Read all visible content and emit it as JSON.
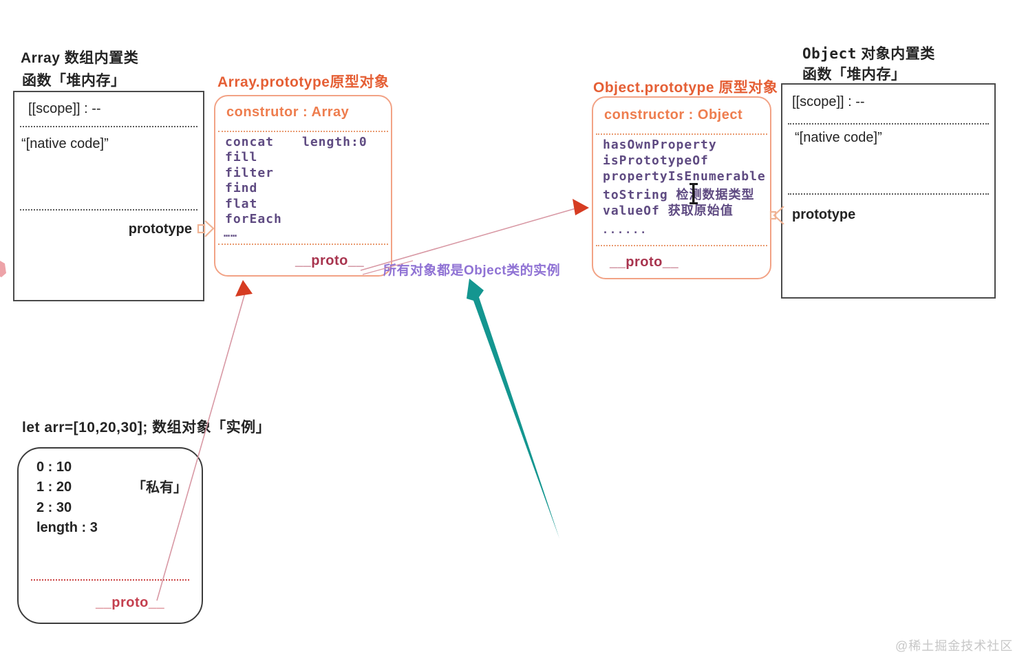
{
  "colors": {
    "accent_orange": "#e55f35",
    "constructor_orange": "#ee7d4e",
    "box_peach_border": "#f2a285",
    "method_purple": "#5f4b82",
    "proto_crimson": "#a8344e",
    "proto_red": "#c43f4e",
    "link_pink": "#d898a4",
    "arrowhead_red": "#d63c22",
    "teal_arrow": "#149690",
    "annotation_purple": "#8f72d4",
    "connector_peach": "#f0b394",
    "cursor_black": "#1b1b1b",
    "fragment_pink": "#eda3a8",
    "watermark_gray": "#c7c7c7"
  },
  "array_class": {
    "title_line1": "Array 数组内置类",
    "title_line2": "函数「堆内存」",
    "scope": "[[scope]] : --",
    "native_code": "“[native code]”",
    "prototype_label": "prototype"
  },
  "array_prototype": {
    "title": "Array.prototype原型对象",
    "constructor": "construtor : Array",
    "length_label": "length:0",
    "methods": [
      "concat",
      "fill",
      "filter",
      "find",
      "flat",
      "forEach"
    ],
    "ellipsis": "……",
    "proto_label": "__proto__"
  },
  "object_prototype": {
    "title": "Object.prototype 原型对象",
    "constructor": "constructor : Object",
    "methods": [
      "hasOwnProperty",
      "isPrototypeOf",
      "propertyIsEnumerable",
      "toString 检测数据类型",
      "valueOf 获取原始值"
    ],
    "ellipsis": "......",
    "proto_label": "__proto__"
  },
  "object_class": {
    "title_word": "Object",
    "title_rest": " 对象内置类",
    "title_line2": "函数「堆内存」",
    "scope": "[[scope]] : --",
    "native_code": "“[native code]”",
    "prototype_label": "prototype"
  },
  "arr_instance": {
    "label": "let arr=[10,20,30];  数组对象「实例」",
    "entries": [
      "0 : 10",
      "1 :  20",
      "2 :  30",
      "length :  3"
    ],
    "private_label": "「私有」",
    "proto_label": "__proto__"
  },
  "annotation": "所有对象都是Object类的实例",
  "watermark": "@稀土掘金技术社区"
}
